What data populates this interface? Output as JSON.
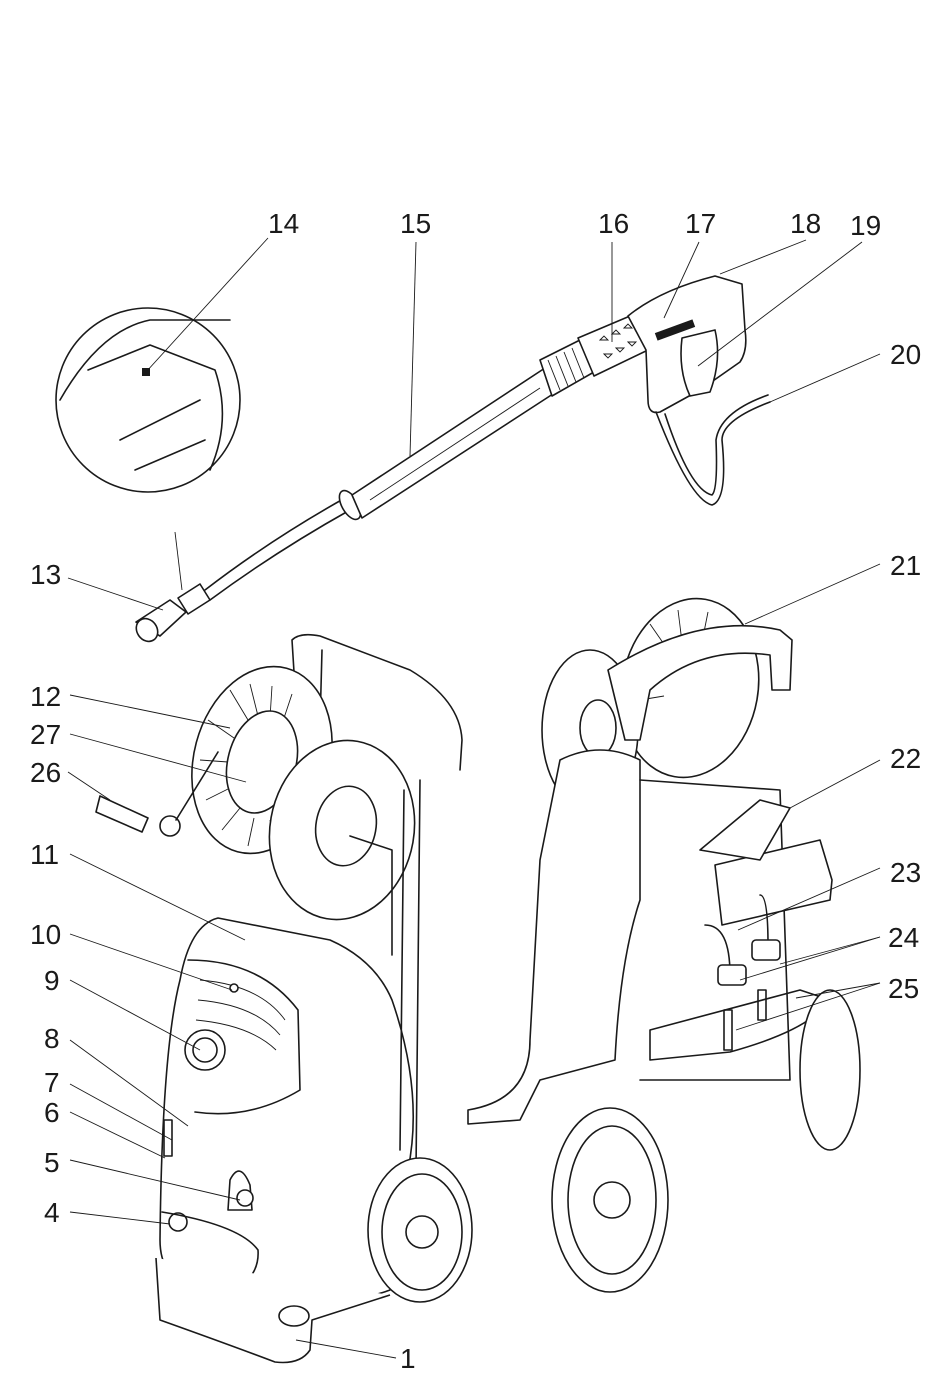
{
  "figure": {
    "description": "High-pressure washer parts overview with numbered callouts",
    "callouts": [
      {
        "id": "1",
        "label": "1"
      },
      {
        "id": "4",
        "label": "4"
      },
      {
        "id": "5",
        "label": "5"
      },
      {
        "id": "6",
        "label": "6"
      },
      {
        "id": "7",
        "label": "7"
      },
      {
        "id": "8",
        "label": "8"
      },
      {
        "id": "9",
        "label": "9"
      },
      {
        "id": "10",
        "label": "10"
      },
      {
        "id": "11",
        "label": "11"
      },
      {
        "id": "12",
        "label": "12"
      },
      {
        "id": "13",
        "label": "13"
      },
      {
        "id": "14",
        "label": "14"
      },
      {
        "id": "15",
        "label": "15"
      },
      {
        "id": "16",
        "label": "16"
      },
      {
        "id": "17",
        "label": "17"
      },
      {
        "id": "18",
        "label": "18"
      },
      {
        "id": "19",
        "label": "19"
      },
      {
        "id": "20",
        "label": "20"
      },
      {
        "id": "21",
        "label": "21"
      },
      {
        "id": "22",
        "label": "22"
      },
      {
        "id": "23",
        "label": "23"
      },
      {
        "id": "24",
        "label": "24"
      },
      {
        "id": "25",
        "label": "25"
      },
      {
        "id": "26",
        "label": "26"
      },
      {
        "id": "27",
        "label": "27"
      }
    ]
  }
}
